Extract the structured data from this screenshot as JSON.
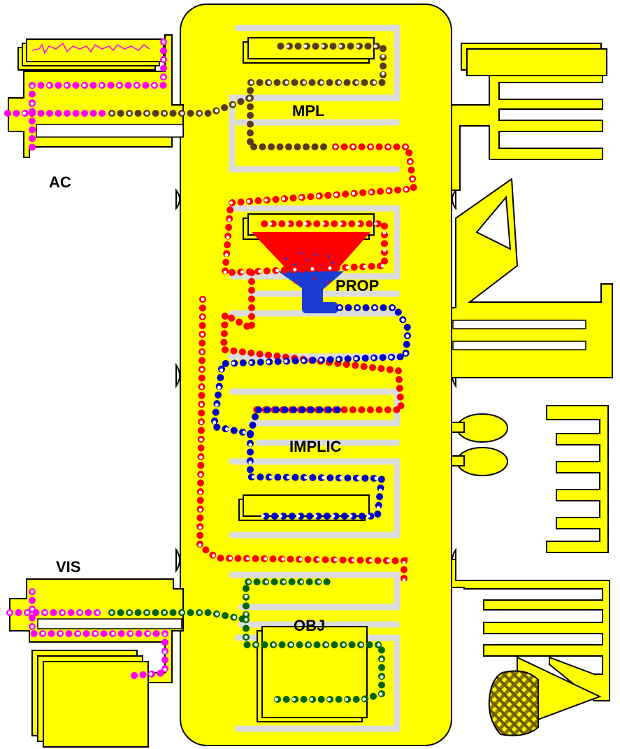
{
  "labels": {
    "ac": "AC",
    "mpl": "MPL",
    "prop": "PROP",
    "implic": "IMPLIC",
    "vis": "VIS",
    "obj": "OBJ"
  },
  "colors": {
    "yellow": "#ffff00",
    "outline": "#000000",
    "channel": "#dcdcdc",
    "magenta": "#ff00ff",
    "brown": "#5a3a1a",
    "red": "#ff0000",
    "blue": "#0000cc",
    "green": "#006400",
    "mesh": "#8b7500"
  },
  "icons": [
    "funnel-icon",
    "mesh-grid-icon",
    "token-bead-icon"
  ]
}
